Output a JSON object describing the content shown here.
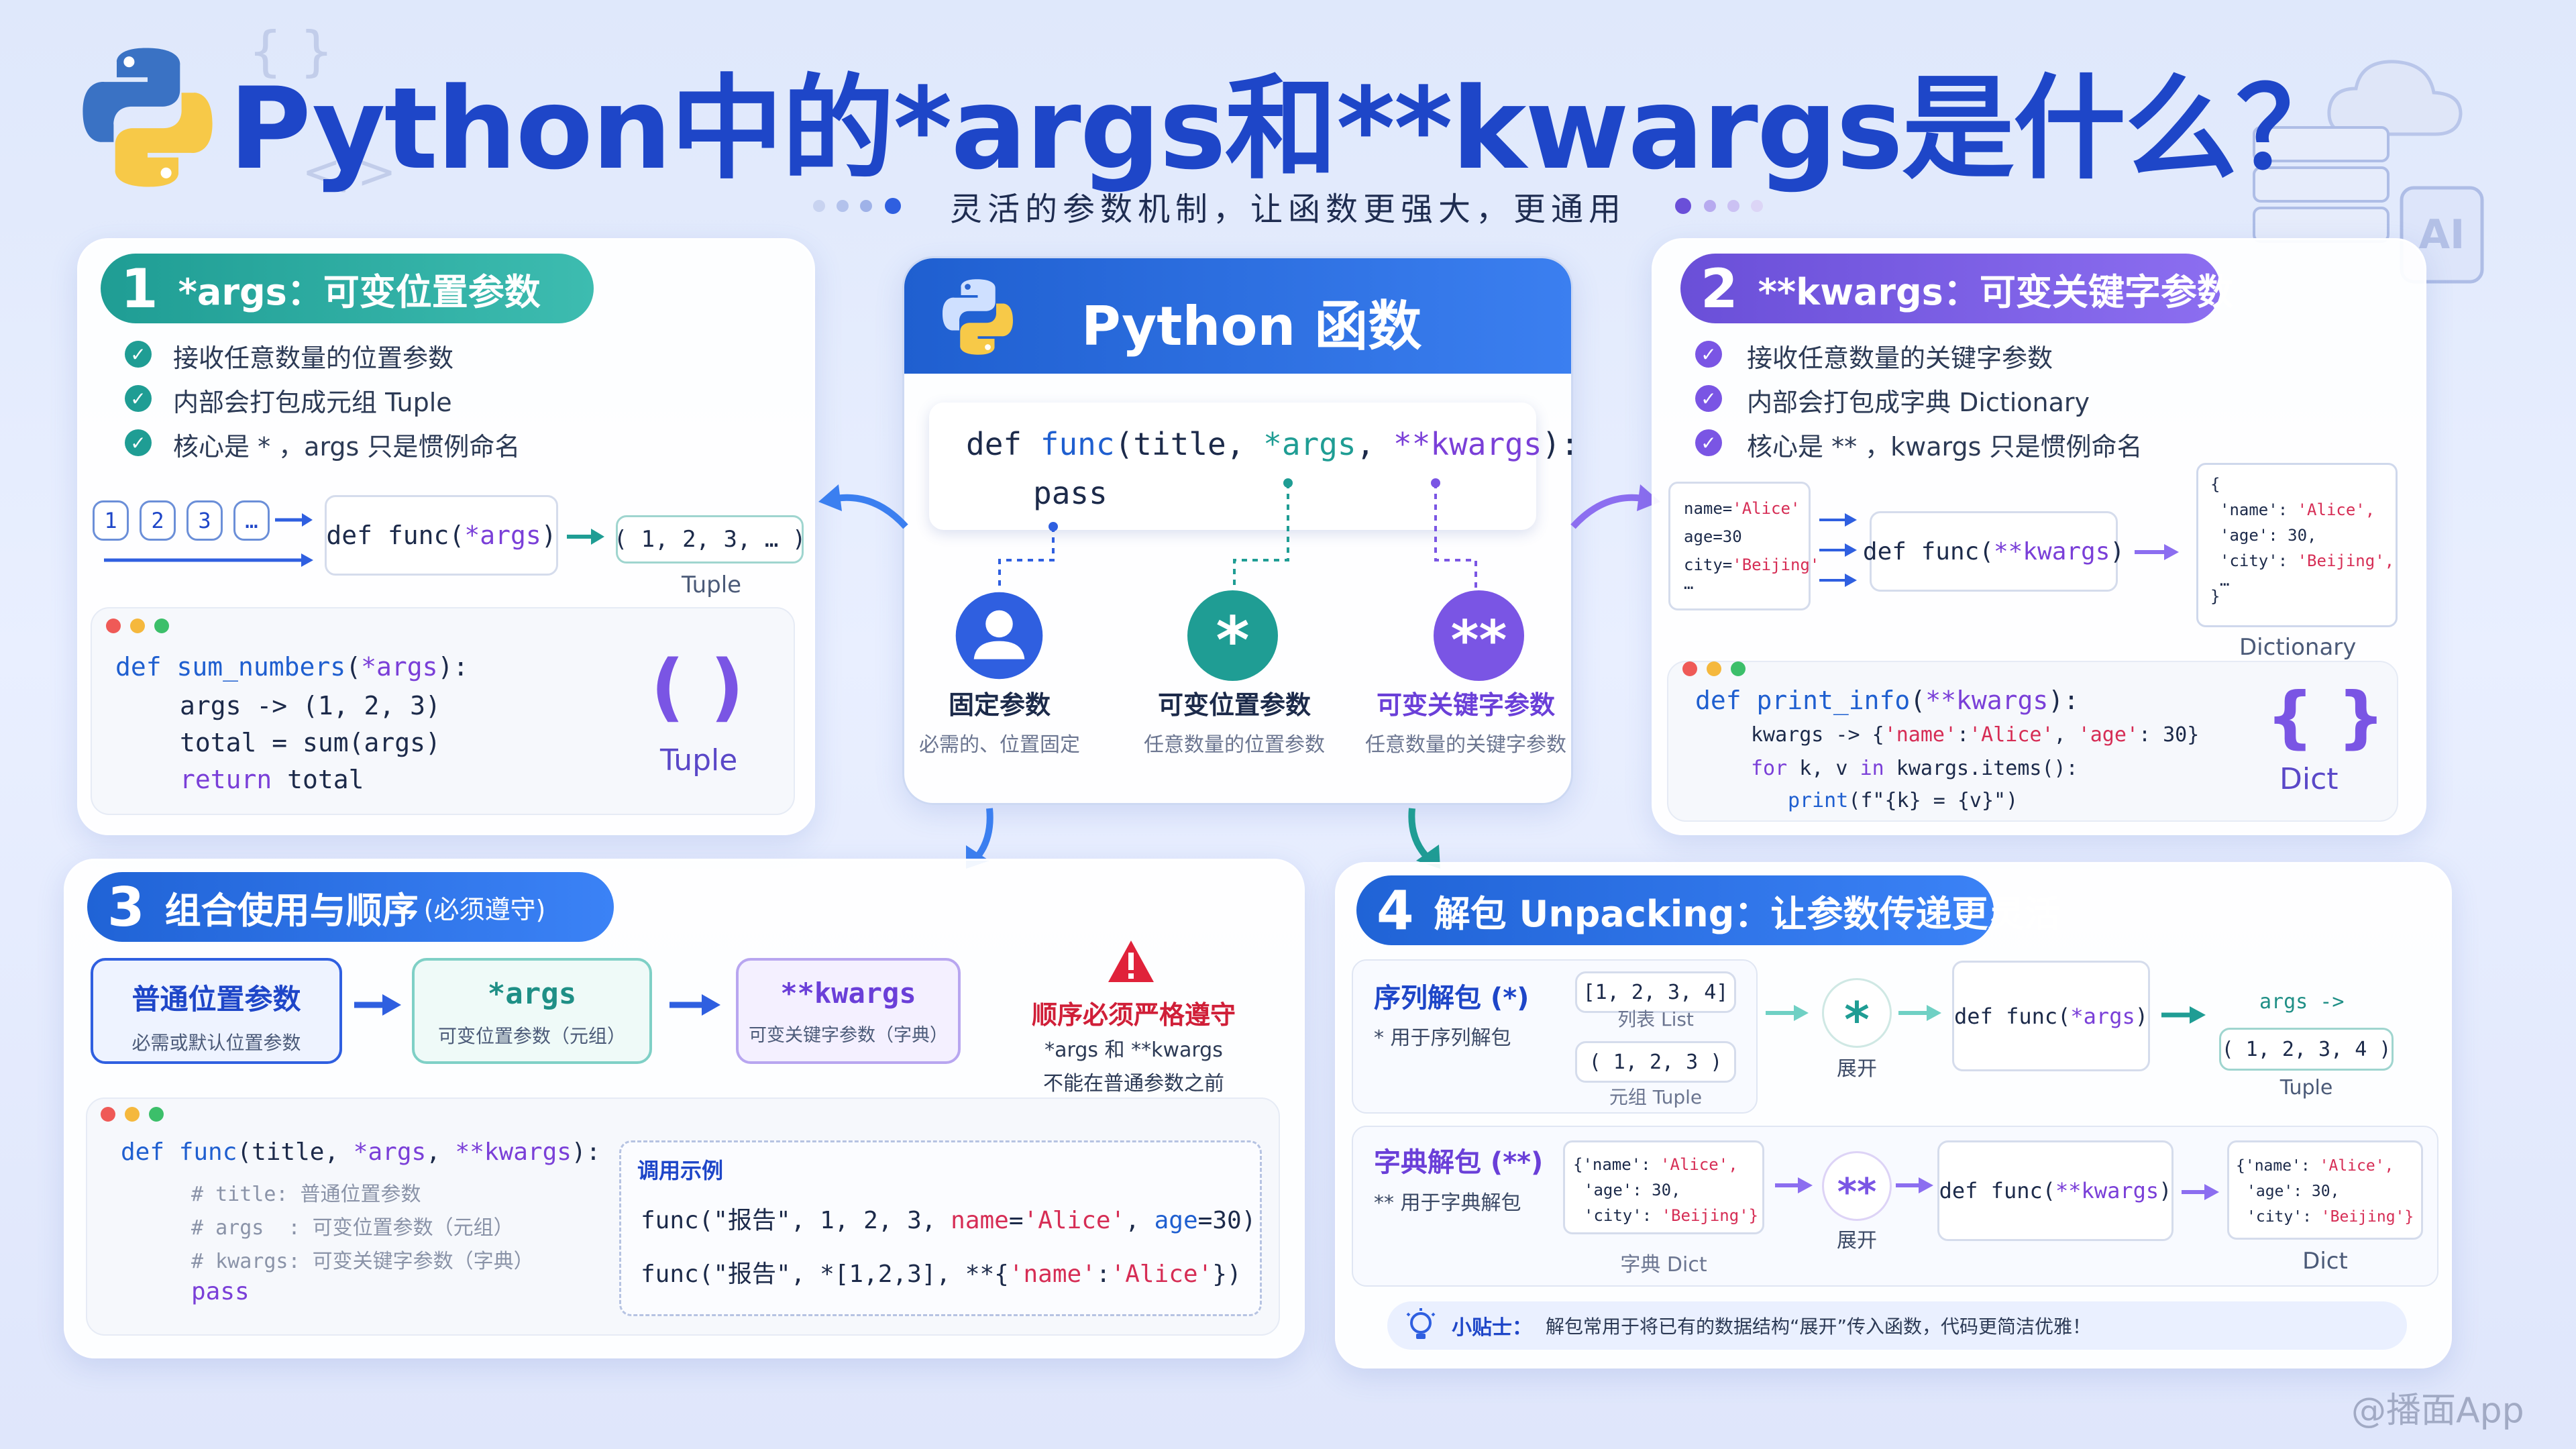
{
  "title": "Python中的*args和**kwargs是什么？",
  "subtitle": "灵活的参数机制，让函数更强大，更通用",
  "watermark": "@播面App",
  "colors": {
    "teal": "#1f9d94",
    "purple": "#7a55e4",
    "blue": "#2063d6",
    "red": "#d62d55"
  },
  "center": {
    "header": "Python 函数",
    "code_line1": [
      "def ",
      "func",
      "(title, ",
      "*args",
      ", ",
      "**kwargs",
      "):"
    ],
    "code_line2": "pass",
    "params": [
      {
        "icon": "person-icon",
        "label": "固定参数",
        "desc": "必需的、位置固定"
      },
      {
        "icon": "asterisk-icon",
        "symbol": "*",
        "label": "可变位置参数",
        "desc": "任意数量的位置参数"
      },
      {
        "icon": "double-asterisk-icon",
        "symbol": "**",
        "label": "可变关键字参数",
        "desc": "任意数量的关键字参数"
      }
    ]
  },
  "s1": {
    "num": "1",
    "title": "*args：可变位置参数",
    "bullets": [
      "接收任意数量的位置参数",
      "内部会打包成元组 Tuple",
      "核心是 * ，args 只是惯例命名"
    ],
    "inputs": [
      "1",
      "2",
      "3",
      "…"
    ],
    "func": [
      "def func(",
      "*args",
      ")"
    ],
    "tuple_box": "( 1, 2, 3, … )",
    "tuple_label": "Tuple",
    "code": [
      "def ",
      "sum_numbers",
      "(",
      "*args",
      "):"
    ],
    "code2": "args -> (1, 2, 3)",
    "code3": "total = sum(args)",
    "code4": [
      "return",
      " total"
    ],
    "symbol": "( )",
    "symbol_label": "Tuple"
  },
  "s2": {
    "num": "2",
    "title": "**kwargs：可变关键字参数",
    "bullets": [
      "接收任意数量的关键字参数",
      "内部会打包成字典 Dictionary",
      "核心是 ** ，kwargs 只是惯例命名"
    ],
    "inputs": [
      "name=",
      "'Alice'",
      "age=30",
      "city=",
      "'Beijing'",
      "…"
    ],
    "func": [
      "def func(",
      "**kwargs",
      ")"
    ],
    "dict_lines": [
      "{",
      "'name': ",
      "'Alice',",
      "'age': 30,",
      "'city': ",
      "'Beijing',",
      "…",
      "}"
    ],
    "dict_label": "Dictionary",
    "code1": [
      "def ",
      "print_info",
      "(",
      "**kwargs",
      "):"
    ],
    "code2": [
      "kwargs -> {",
      "'name'",
      ":",
      "'Alice'",
      ", ",
      "'age'",
      ": 30}"
    ],
    "code3": [
      "for",
      " k, v ",
      "in",
      " kwargs.items():"
    ],
    "code4": [
      "print",
      "(f\"{k} = {v}\")"
    ],
    "symbol": "{ }",
    "symbol_label": "Dict"
  },
  "s3": {
    "num": "3",
    "title": "组合使用与顺序",
    "title_small": "(必须遵守)",
    "steps": [
      {
        "title": "普通位置参数",
        "desc": "必需或默认位置参数"
      },
      {
        "title": "*args",
        "desc": "可变位置参数（元组）"
      },
      {
        "title": "**kwargs",
        "desc": "可变关键字参数（字典）"
      }
    ],
    "warn_title": "顺序必须严格遵守",
    "warn_l1": "*args 和 **kwargs",
    "warn_l2": "不能在普通参数之前",
    "code1": [
      "def ",
      "func",
      "(title, ",
      "*args",
      ", ",
      "**kwargs",
      "):"
    ],
    "c2": "# title: 普通位置参数",
    "c3": "# args  : 可变位置参数（元组）",
    "c4": "# kwargs: 可变关键字参数（字典）",
    "c5": "pass",
    "example_title": "调用示例",
    "ex1": [
      "func(\"报告\", 1, 2, 3, ",
      "name",
      "=",
      "'Alice'",
      ", ",
      "age",
      "=30)"
    ],
    "ex2": [
      "func(\"报告\", *[1,2,3], **{",
      "'name'",
      ":",
      "'Alice'",
      "})"
    ]
  },
  "s4": {
    "num": "4",
    "title": "解包 Unpacking：让参数传递更灵活",
    "seq_title": "序列解包 (*)",
    "seq_desc": "* 用于序列解包",
    "list_box": "[1, 2, 3, 4]",
    "list_label": "列表 List",
    "tuple_box": "( 1, 2, 3 )",
    "tuple_label": "元组 Tuple",
    "star": "*",
    "expand": "展开",
    "func1": [
      "def func(",
      "*args",
      ")"
    ],
    "args_lbl": "args ->",
    "result1": "( 1, 2, 3, 4 )",
    "result1_label": "Tuple",
    "dict_title": "字典解包 (**)",
    "dict_desc": "** 用于字典解包",
    "dict_lines": [
      "{'name': ",
      "'Alice',",
      "'age': 30,",
      "'city': ",
      "'Beijing'}"
    ],
    "dict_label": "字典 Dict",
    "dstar": "**",
    "expand2": "展开",
    "func2": [
      "def func(",
      "**kwargs",
      ")"
    ],
    "result2_label": "Dict",
    "tip_label": "小贴士：",
    "tip": "解包常用于将已有的数据结构“展开”传入函数，代码更简洁优雅！"
  }
}
